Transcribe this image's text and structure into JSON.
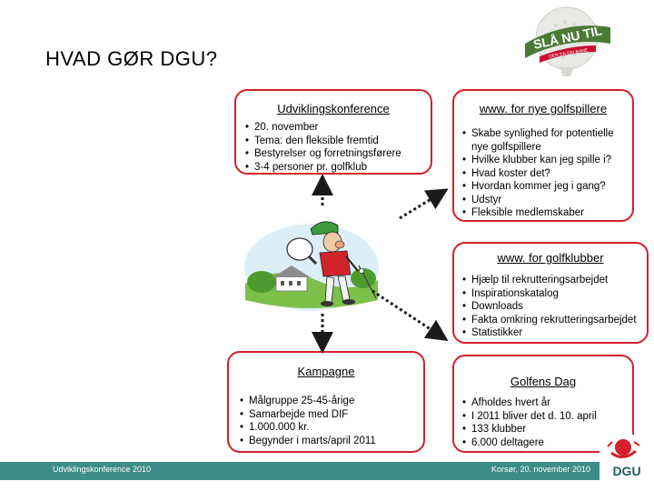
{
  "slide": {
    "title": "HVAD GØR DGU?"
  },
  "badge": {
    "main_text": "SLÅ NU TIL",
    "sub_text": "DER ER FRI BANE"
  },
  "boxes": {
    "udvikling": {
      "title": "Udviklingskonference",
      "items": [
        "20. november",
        "Tema: den fleksible fremtid",
        "Bestyrelser og forretningsførere",
        "3-4 personer pr. golfklub"
      ]
    },
    "nye_golfspillere": {
      "title": "www. for nye golfspillere",
      "items": [
        "Skabe synlighed for potentielle nye golfspillere",
        "Hvilke klubber kan jeg spille i?",
        "Hvad koster det?",
        "Hvordan kommer jeg i gang?",
        "Udstyr",
        "Fleksible medlemskaber"
      ]
    },
    "golfklubber": {
      "title": "www. for golfklubber",
      "items": [
        "Hjælp til rekrutteringsarbejdet",
        "Inspirationskatalog",
        "Downloads",
        "Fakta omkring rekrutteringsarbejdet",
        "Statistikker"
      ]
    },
    "kampagne": {
      "title": "Kampagne",
      "items": [
        "Målgruppe 25-45-årige",
        "Samarbejde med DIF",
        "1.000.000 kr.",
        "Begynder i marts/april 2011"
      ]
    },
    "golfens_dag": {
      "title": "Golfens Dag",
      "items": [
        "Afholdes hvert år",
        "I 2011 bliver det d. 10. april",
        "133 klubber",
        "6.000 deltagere"
      ]
    }
  },
  "footer": {
    "left": "Udviklingskonference 2010",
    "right": "Korsør, 20. november 2010",
    "logo_text": "DGU"
  },
  "colors": {
    "box_border": "#d4202a",
    "footer_bar": "#3c8c88",
    "arrow": "#1a1a1a",
    "logo_red": "#d4202a",
    "badge_green": "#4a7a35"
  }
}
